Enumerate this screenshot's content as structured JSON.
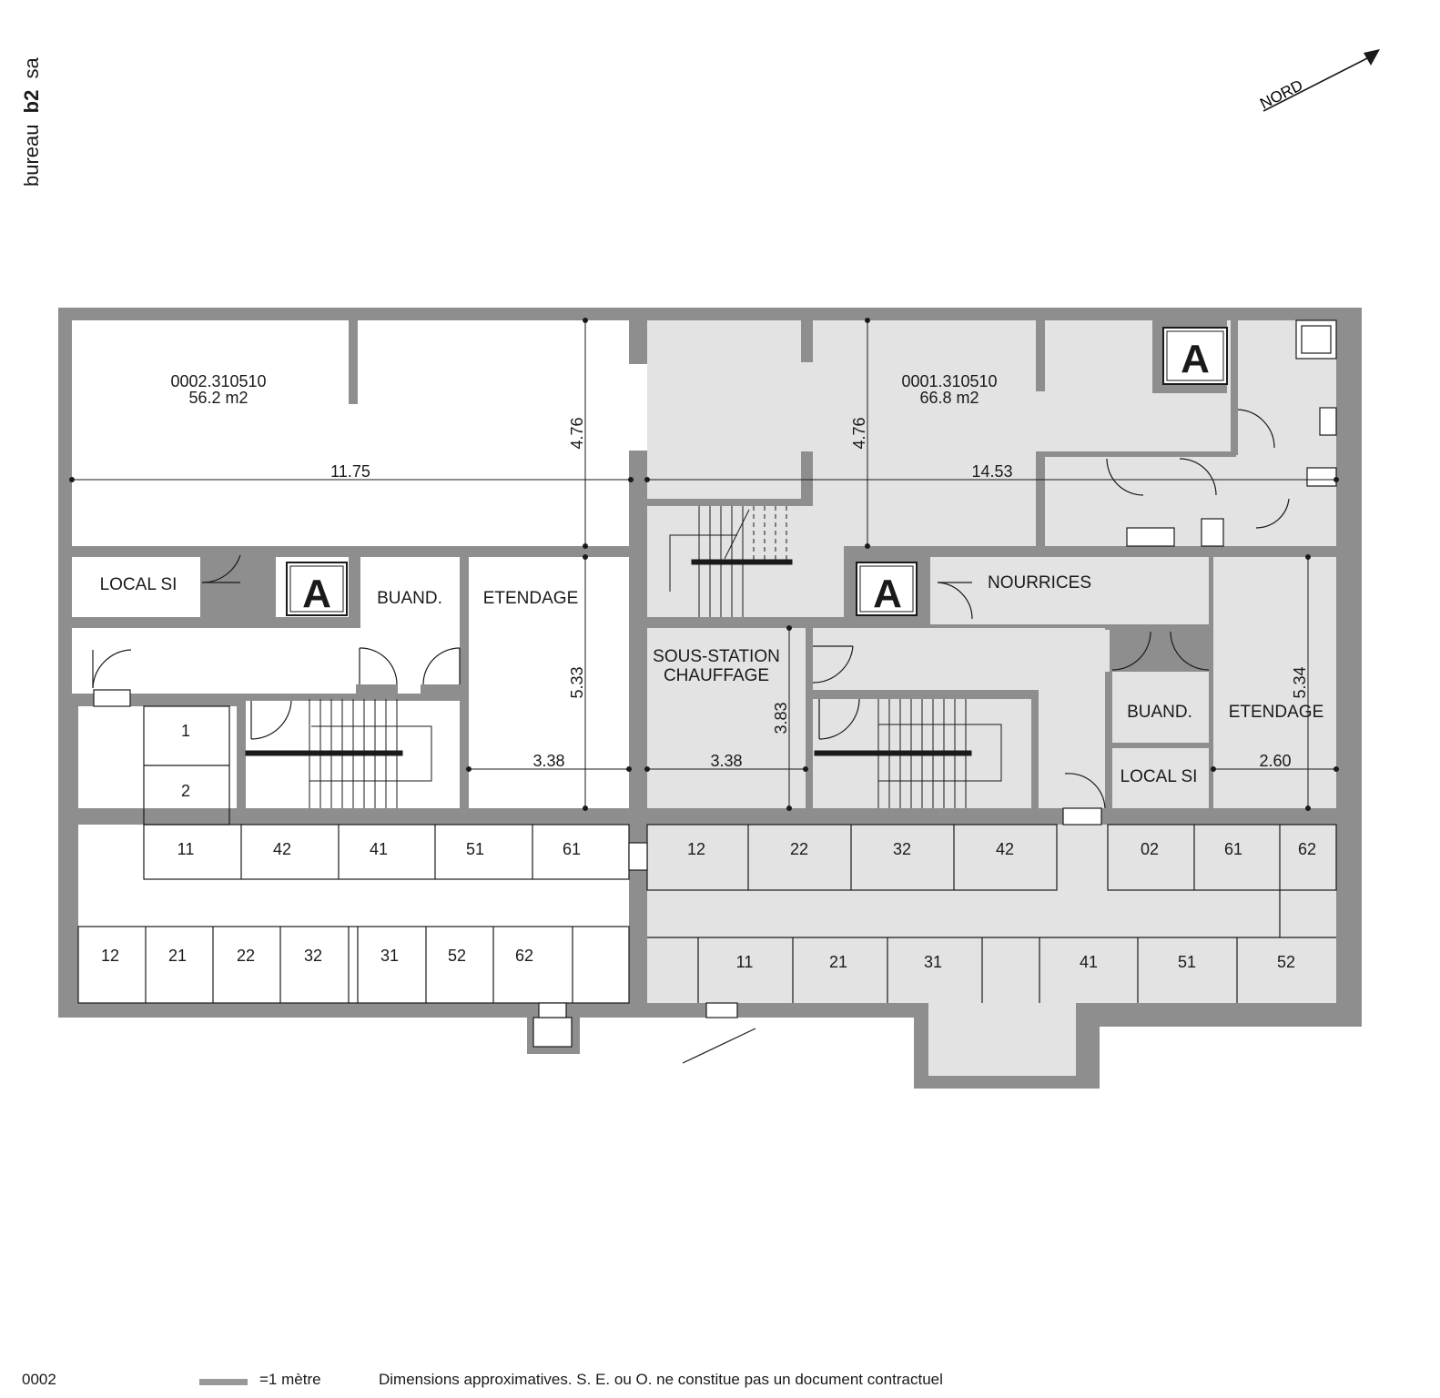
{
  "brand": {
    "prefix": "bureau",
    "bold": "b2",
    "suffix": "sa"
  },
  "north_label": "NORD",
  "colors": {
    "wall": "#8e8e8e",
    "unit_fill": "#e3e3e3",
    "line": "#1a1a1a"
  },
  "units": [
    {
      "id": "0002.310510",
      "area": "56.2 m2"
    },
    {
      "id": "0001.310510",
      "area": "66.8 m2"
    }
  ],
  "rooms": {
    "local_si": "LOCAL SI",
    "buanderie": "BUAND.",
    "etendage": "ETENDAGE",
    "nourrices": "NOURRICES",
    "sous_station_1": "SOUS-STATION",
    "sous_station_2": "CHAUFFAGE",
    "elevator": "A"
  },
  "dimensions": [
    "11.75",
    "14.53",
    "4.76",
    "4.76",
    "5.33",
    "3.38",
    "3.38",
    "3.83",
    "5.34",
    "2.60"
  ],
  "cellars": {
    "left_vertical": [
      "1",
      "2"
    ],
    "left_upper_row": [
      "11",
      "42",
      "41",
      "51",
      "61"
    ],
    "left_lower_row": [
      "12",
      "21",
      "22",
      "32",
      "31",
      "52",
      "62"
    ],
    "right_upper_row": [
      "12",
      "22",
      "32",
      "42",
      "02",
      "61",
      "62"
    ],
    "right_lower_row": [
      "11",
      "21",
      "31",
      "41",
      "51",
      "52"
    ]
  },
  "footer": {
    "code": "0002",
    "scale": "=1 mètre",
    "disclaimer": "Dimensions approximatives. S. E. ou O. ne constitue pas un document contractuel"
  }
}
